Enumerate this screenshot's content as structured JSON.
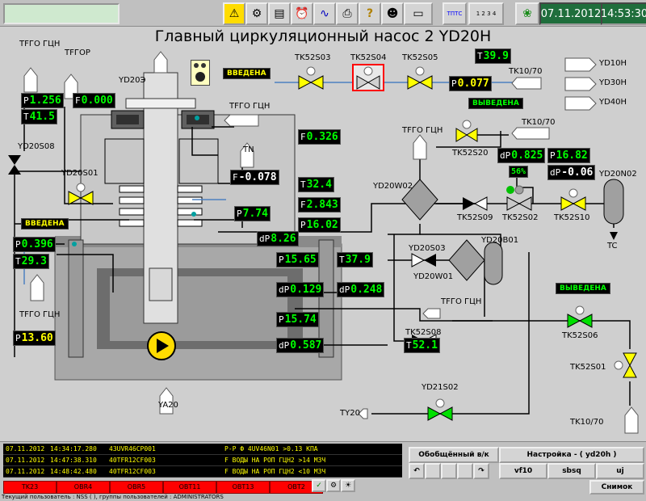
{
  "header": {
    "date": "07.11.2012",
    "time": "14:53:30",
    "toolbar_icons": [
      "warning-icon",
      "gear-icon",
      "document-icon",
      "clock-icon",
      "trend-icon",
      "printer-icon",
      "help-icon",
      "operator-icon",
      "monitor-icon"
    ],
    "tpts_label": "ТПТС",
    "grid_labels": [
      "1",
      "2",
      "3",
      "4"
    ]
  },
  "title": "Главный циркуляционный насос 2  YD20H",
  "labels": {
    "tfgo1": "ТFГО ГЦН",
    "tfrop": "ТFГОР",
    "yd20e": "YD20Э",
    "tfgo2": "ТFГО ГЦН",
    "tn": "TN",
    "yd20s08": "YD20S08",
    "yd20s01": "YD20S01",
    "tfgo3": "ТFГО ГЦН",
    "ya20": "YA20",
    "tk52s03": "TK52S03",
    "tk52s04": "TK52S04",
    "tk52s05": "TK52S05",
    "tk10_70a": "TK10/70",
    "yd10h": "YD10H",
    "yd30h": "YD30H",
    "yd40h": "YD40H",
    "tfgo4": "ТFГО ГЦН",
    "tk10_70b": "TK10/70",
    "tk52s20": "TK52S20",
    "yd20w02": "YD20W02",
    "yd20n02": "YD20N02",
    "tk52s09": "TK52S09",
    "tk52s02": "TK52S02",
    "tk52s10": "TK52S10",
    "tc": "TC",
    "yd20s03": "YD20S03",
    "yd20b01": "YD20B01",
    "yd20w01": "YD20W01",
    "tfgo5": "ТFГО ГЦН",
    "tk52s08": "TK52S08",
    "tk52s06": "TK52S06",
    "tk52s01": "TK52S01",
    "yd21s02": "YD21S02",
    "ty20": "TY20",
    "tk10_70c": "TK10/70"
  },
  "status": {
    "vvedena1": "ВВЕДЕНА",
    "vvedena2": "ВВЕДЕНА",
    "vyvedena1": "ВЫВЕДЕНА",
    "vyvedena2": "ВЫВЕДЕНА"
  },
  "values": {
    "p1": {
      "pre": "P",
      "num": "1.256"
    },
    "f1": {
      "pre": "F",
      "num": "0.000"
    },
    "t1": {
      "pre": "T",
      "num": "41.5"
    },
    "f2": {
      "pre": "F",
      "num": "0.326"
    },
    "f3": {
      "pre": "F",
      "num": "-0.078"
    },
    "t2": {
      "pre": "T",
      "num": "32.4"
    },
    "f4": {
      "pre": "F",
      "num": "2.843"
    },
    "p2": {
      "pre": "P",
      "num": "7.74"
    },
    "p3": {
      "pre": "P",
      "num": "16.02"
    },
    "dp1": {
      "pre": "dP",
      "num": "8.26"
    },
    "p4": {
      "pre": "P",
      "num": "0.396"
    },
    "t3": {
      "pre": "T",
      "num": "29.3"
    },
    "p5": {
      "pre": "P",
      "num": "15.65"
    },
    "t4": {
      "pre": "T",
      "num": "37.9"
    },
    "dp2": {
      "pre": "dP",
      "num": "0.129"
    },
    "dp3": {
      "pre": "dP",
      "num": "0.248"
    },
    "p6": {
      "pre": "P",
      "num": "15.74"
    },
    "dp4": {
      "pre": "dP",
      "num": "0.587"
    },
    "t5": {
      "pre": "T",
      "num": "52.1"
    },
    "p7": {
      "pre": "P",
      "num": "13.60"
    },
    "t6": {
      "pre": "T",
      "num": "39.9"
    },
    "p8": {
      "pre": "P",
      "num": "0.077"
    },
    "dp5": {
      "pre": "dP",
      "num": "0.825"
    },
    "p9": {
      "pre": "P",
      "num": "16.82"
    },
    "pct": {
      "pre": "",
      "num": "56%"
    },
    "dp6": {
      "pre": "dP",
      "num": "-0.06"
    }
  },
  "events": [
    {
      "date": "07.11.2012",
      "time": "14:34:17.280",
      "code": "43UVR46CP001",
      "msg": "P-P Ф 4UV46N01 >0.13 КПА"
    },
    {
      "date": "07.11.2012",
      "time": "14:47:38.310",
      "code": "40TFR12CF003",
      "msg": "F ВОДЫ НА РОП ГЦН2 >14 М3Ч"
    },
    {
      "date": "07.11.2012",
      "time": "14:48:42.480",
      "code": "40TFR12CF003",
      "msg": "F ВОДЫ НА РОП ГЦН2 <10 М3Ч"
    }
  ],
  "alarms": [
    "TK23",
    "OBR4",
    "OBR5",
    "OBT11",
    "OBT13",
    "OBT2"
  ],
  "right_panel": {
    "generalized": "Обобщённый в/к",
    "settings": "Настройка - ( yd20h )",
    "vf10": "vf10",
    "sbsq": "sbsq",
    "uj": "uj",
    "snapshot": "Снимок"
  },
  "status_line": "Текущий пользователь : NSS ( ), группы пользователей : ADMINISTRATORS",
  "colors": {
    "valve_open": "#ffff00",
    "valve_green": "#00e000",
    "highlight": "#ff0000"
  }
}
